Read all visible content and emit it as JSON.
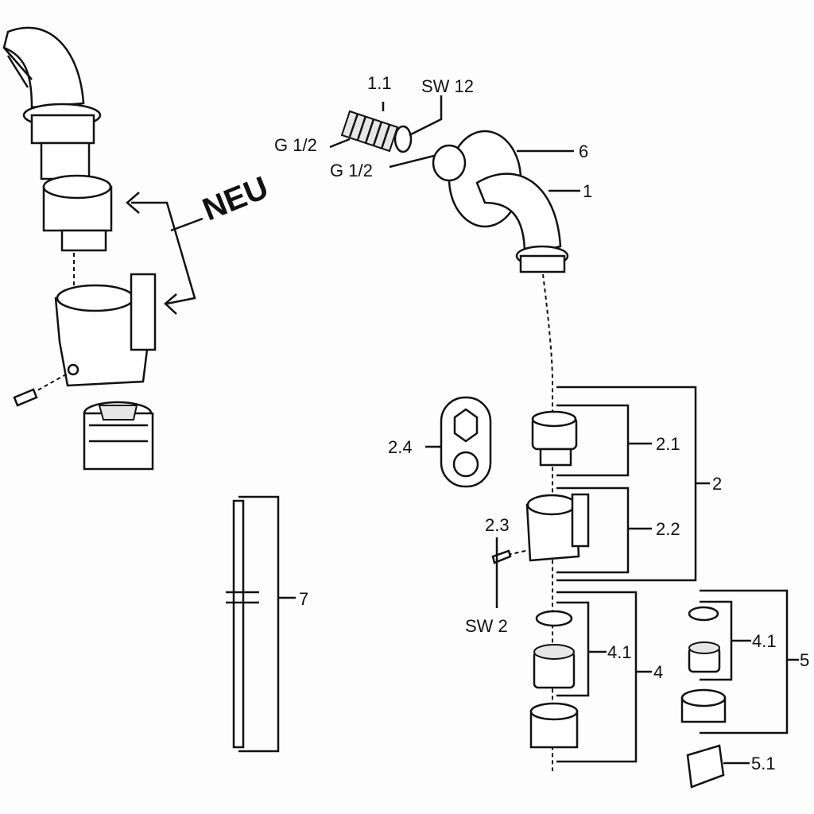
{
  "labels": {
    "neu": "NEU",
    "p1_1": "1.1",
    "sw12": "SW 12",
    "g12a": "G 1/2",
    "g12b": "G 1/2",
    "p6": "6",
    "p1": "1",
    "p2_4": "2.4",
    "p2_1": "2.1",
    "p2": "2",
    "p2_3": "2.3",
    "p2_2": "2.2",
    "sw2": "SW 2",
    "p7": "7",
    "p4_1a": "4.1",
    "p4": "4",
    "p4_1b": "4.1",
    "p5": "5",
    "p5_1": "5.1"
  }
}
